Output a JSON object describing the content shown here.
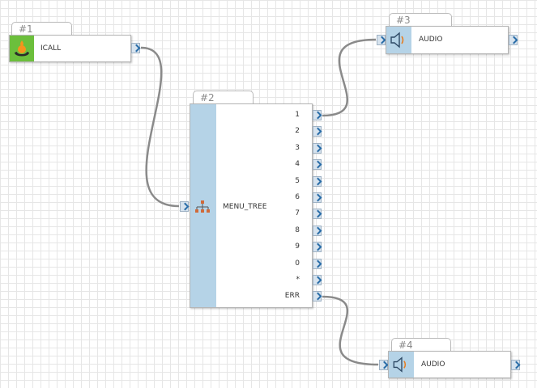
{
  "colors": {
    "wire": "#8a8a8a",
    "icall_icon_bg": "#6cbf3c",
    "node_strip": "#b5d3e7",
    "port_arrow": "#2a6da8"
  },
  "nodes": {
    "icall": {
      "id": "#1",
      "label": "ICALL",
      "icon": "phone-handset-icon"
    },
    "menu_tree": {
      "id": "#2",
      "label": "MENU_TREE",
      "icon": "tree-hierarchy-icon",
      "outputs": [
        "1",
        "2",
        "3",
        "4",
        "5",
        "6",
        "7",
        "8",
        "9",
        "0",
        "*",
        "ERR"
      ]
    },
    "audio3": {
      "id": "#3",
      "label": "AUDIO",
      "icon": "speaker-icon"
    },
    "audio4": {
      "id": "#4",
      "label": "AUDIO",
      "icon": "speaker-icon"
    }
  }
}
